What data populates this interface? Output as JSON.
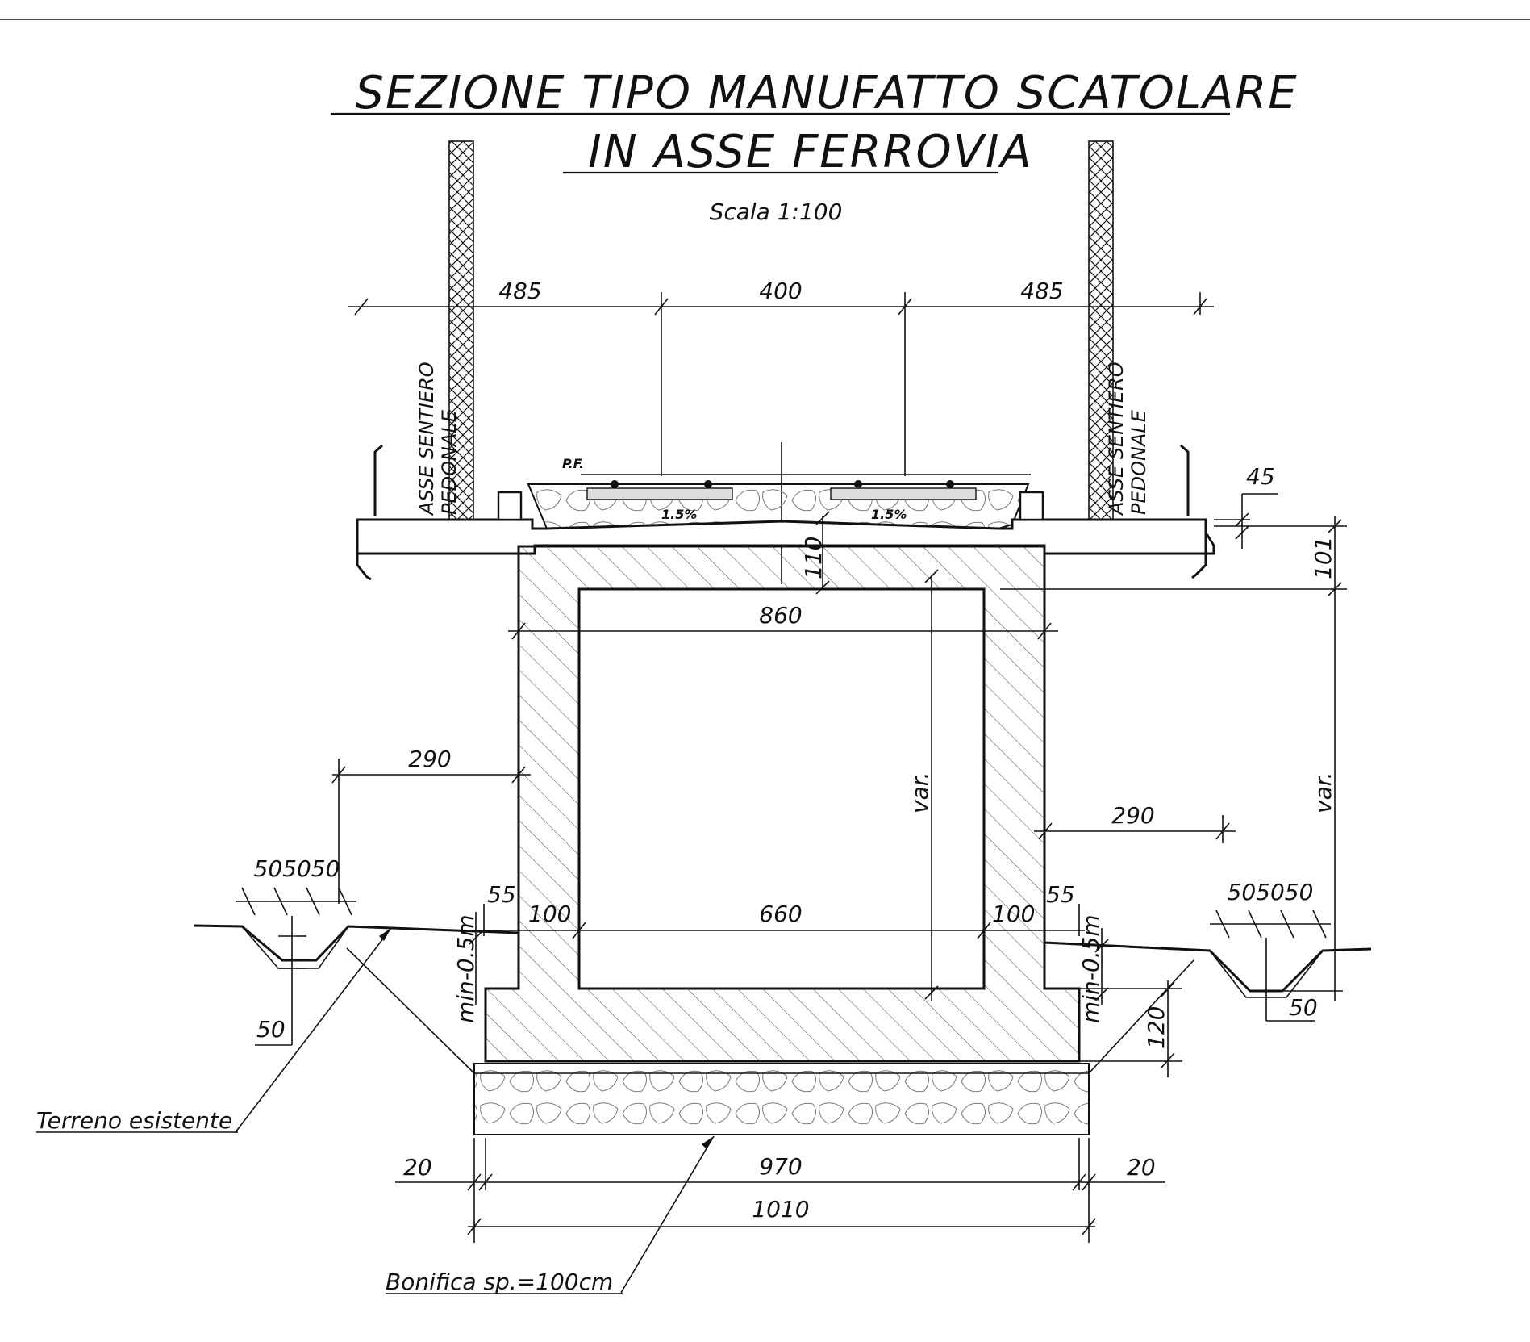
{
  "title": {
    "line1": "SEZIONE  TIPO  MANUFATTO  SCATOLARE",
    "line2": "IN  ASSE  FERROVIA",
    "scale": "Scala  1:100"
  },
  "dimensions": {
    "top_left": "485",
    "top_center": "400",
    "top_right": "485",
    "slab_110": "110",
    "right_101": "101",
    "right_45": "45",
    "inner_top_860": "860",
    "left_290": "290",
    "right_290": "290",
    "ditch_left": "505050",
    "ditch_right": "505050",
    "left_55": "55",
    "right_55": "55",
    "left_100": "100",
    "right_100": "100",
    "inner_660": "660",
    "left_var": "var.",
    "right_var": "var.",
    "left_min": "min-0.5m",
    "right_min": "min-0.5m",
    "ditch_left_50": "50",
    "ditch_right_50": "50",
    "base_120": "120",
    "left_20": "20",
    "right_20": "20",
    "base_970": "970",
    "base_1010": "1010"
  },
  "labels": {
    "axis_left": "ASSE SENTIERO",
    "axis_left_2": "PEDONALE",
    "axis_right": "ASSE SENTIERO",
    "axis_right_2": "PEDONALE",
    "pf": "P.F.",
    "slope_left": "1.5%",
    "slope_right": "1.5%",
    "terreno": "Terreno  esistente",
    "bonifica": "Bonifica  sp.=100cm"
  },
  "colors": {
    "ink": "#111111",
    "background": "#ffffff"
  }
}
